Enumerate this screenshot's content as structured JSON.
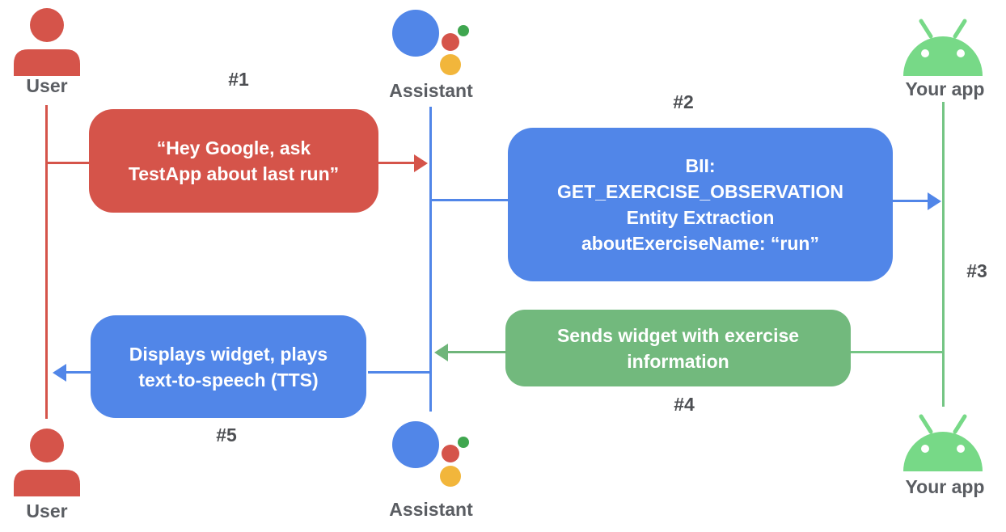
{
  "actors": {
    "user_top": "User",
    "assistant_top": "Assistant",
    "app_top": "Your app",
    "user_bottom": "User",
    "assistant_bottom": "Assistant",
    "app_bottom": "Your app"
  },
  "steps": {
    "s1": {
      "label": "#1",
      "message": "“Hey Google, ask\nTestApp about last run”"
    },
    "s2": {
      "label": "#2",
      "message": "BII:\nGET_EXERCISE_OBSERVATION\nEntity Extraction\naboutExerciseName: “run”"
    },
    "s3": {
      "label": "#3"
    },
    "s4": {
      "label": "#4",
      "message": "Sends widget with exercise\ninformation"
    },
    "s5": {
      "label": "#5",
      "message": "Displays widget, plays\ntext-to-speech (TTS)"
    }
  },
  "icons": {
    "user": "person-icon",
    "assistant": "google-assistant-icon",
    "app": "android-robot-icon"
  },
  "colors": {
    "red": "#d5544a",
    "blue": "#5186e8",
    "green_box": "#72b97d",
    "green_lifeline": "#74c584",
    "android_green": "#77d987",
    "assistant_yellow": "#f2b63b",
    "assistant_green_dot": "#3fa64f",
    "label_gray": "#5a5d62",
    "message_text": "#ffffff"
  }
}
